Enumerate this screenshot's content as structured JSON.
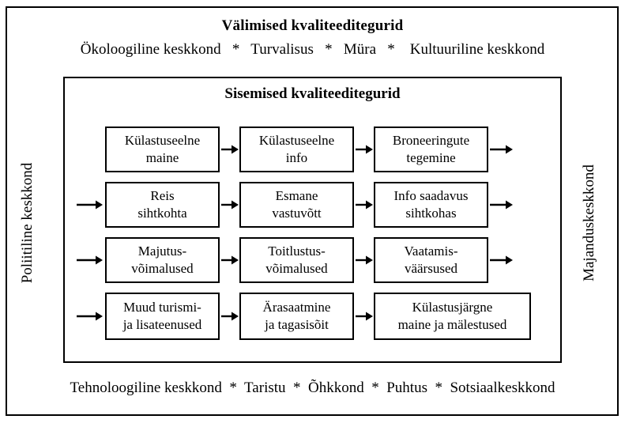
{
  "diagram": {
    "external": {
      "title": "Välimised kvaliteeditegurid",
      "factors_line": "Ökoloogiline keskkond   *   Turvalisus   *   Müra   *    Kultuuriline keskkond"
    },
    "internal": {
      "title": "Sisemised kvaliteeditegurid"
    },
    "bottom": {
      "factors_line": "Tehnoloogiline keskkond  *  Taristu  *  Õhkkond  *  Puhtus  *  Sotsiaalkeskkond"
    },
    "side_labels": {
      "left": "Poliitiline  keskkond",
      "right": "Majanduskeskkond"
    },
    "rows": [
      {
        "id": "row-1",
        "has_inbound_arrow": false,
        "has_outbound_arrow": true,
        "boxes": [
          {
            "line1": "Külastuseelne",
            "line2": "maine"
          },
          {
            "line1": "Külastuseelne",
            "line2": "info"
          },
          {
            "line1": "Broneeringute",
            "line2": "tegemine"
          }
        ]
      },
      {
        "id": "row-2",
        "has_inbound_arrow": true,
        "has_outbound_arrow": true,
        "boxes": [
          {
            "line1": "Reis",
            "line2": "sihtkohta"
          },
          {
            "line1": "Esmane",
            "line2": "vastuvõtt"
          },
          {
            "line1": "Info saadavus",
            "line2": "sihtkohas"
          }
        ]
      },
      {
        "id": "row-3",
        "has_inbound_arrow": true,
        "has_outbound_arrow": true,
        "boxes": [
          {
            "line1": "Majutus-",
            "line2": "võimalused"
          },
          {
            "line1": "Toitlustus-",
            "line2": "võimalused"
          },
          {
            "line1": "Vaatamis-",
            "line2": "väärsused"
          }
        ]
      },
      {
        "id": "row-4",
        "has_inbound_arrow": true,
        "has_outbound_arrow": false,
        "boxes": [
          {
            "line1": "Muud turismi-",
            "line2": "ja lisateenused"
          },
          {
            "line1": "Ärasaatmine",
            "line2": "ja tagasisõit"
          },
          {
            "line1": "Külastusjärgne",
            "line2": "maine ja mälestused"
          }
        ]
      }
    ],
    "colors": {
      "stroke": "#000000",
      "background": "#ffffff"
    }
  }
}
